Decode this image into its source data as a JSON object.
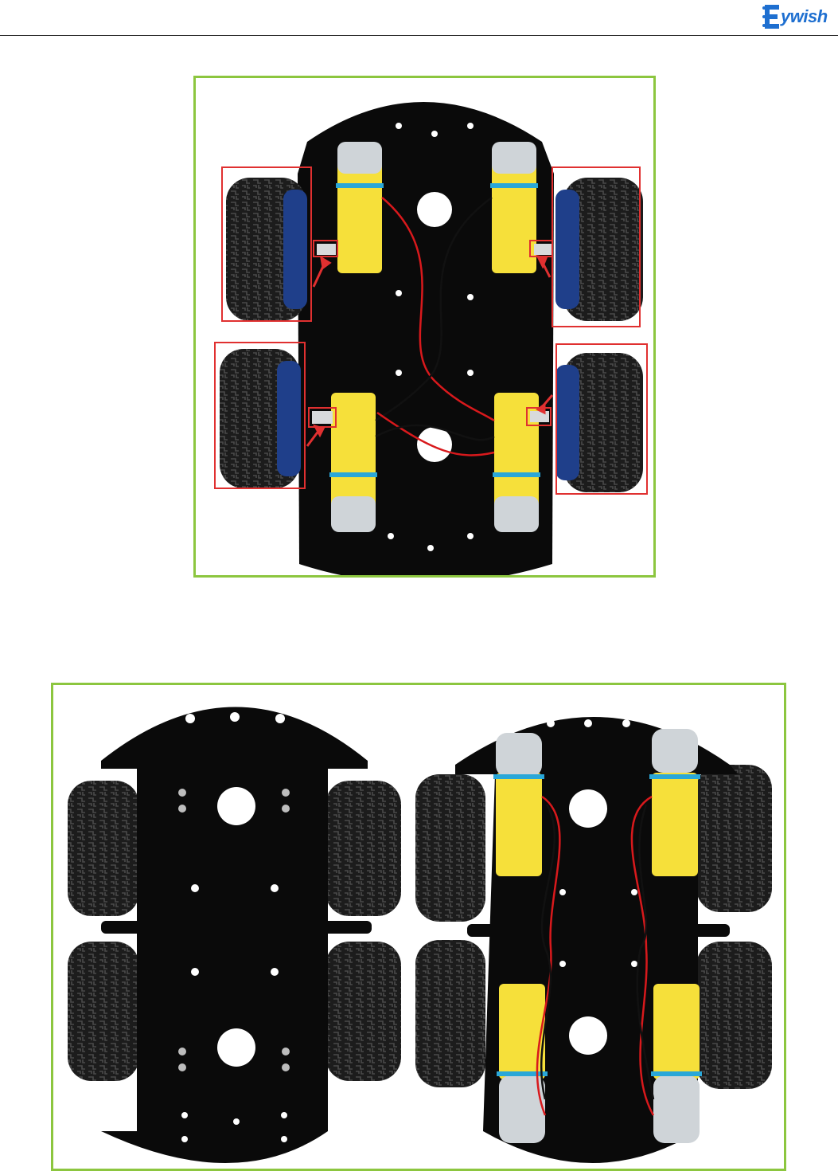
{
  "header": {
    "logo_text": "ywish",
    "logo_icon": "gear-E-icon",
    "brand_color": "#1e6fd0",
    "rule_color": "#222222"
  },
  "figures": [
    {
      "id": "figure-1",
      "frame_color": "#8cc63f",
      "highlight_color": "#e03030"
    },
    {
      "id": "figure-2",
      "frame_color": "#8cc63f"
    }
  ],
  "colors": {
    "chassis": "#0a0a0a",
    "motor": "#f6e03a",
    "tire": "#1c1c1c",
    "hub": "#1f3f8a",
    "zip_tie": "#2aa7d8",
    "wire_red": "#d8191c",
    "wire_black": "#111111"
  }
}
